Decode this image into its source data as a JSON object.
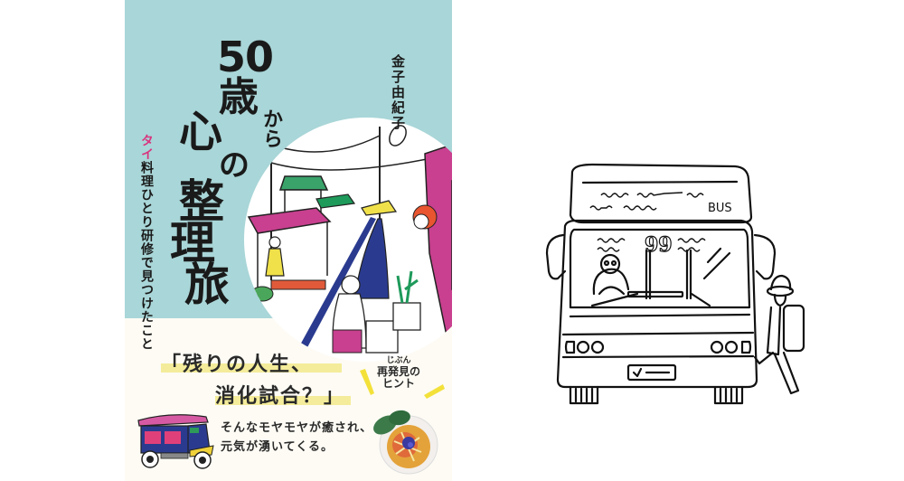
{
  "book_cover": {
    "title_parts": [
      "50",
      "歳",
      "から",
      "心",
      "の",
      "整",
      "理",
      "旅"
    ],
    "title_full": "50歳からの心の整理旅",
    "subtitle_accent": "タイ",
    "subtitle_rest": "料理ひとり研修で見つけたこと",
    "author": "金子由紀子",
    "quote_line1": "「残りの人生、",
    "quote_line2": "消化試合？」",
    "body_line1": "そんなモヤモヤが癒され、",
    "body_line2": "元気が湧いてくる。",
    "hint_small": "じぶん",
    "hint_line1": "再発見の",
    "hint_line2": "ヒント",
    "colors": {
      "teal_bg": "#a9d6d8",
      "cream_bg": "#fdfbf4",
      "magenta": "#c8408f",
      "navy": "#2a3b8f",
      "green": "#1e9a5a",
      "yellow_highlight": "#f4ec9a",
      "accent_pink_text": "#d8357f"
    }
  },
  "bus_illustration": {
    "destination_sign_text": "BUS",
    "route_number": "99"
  }
}
